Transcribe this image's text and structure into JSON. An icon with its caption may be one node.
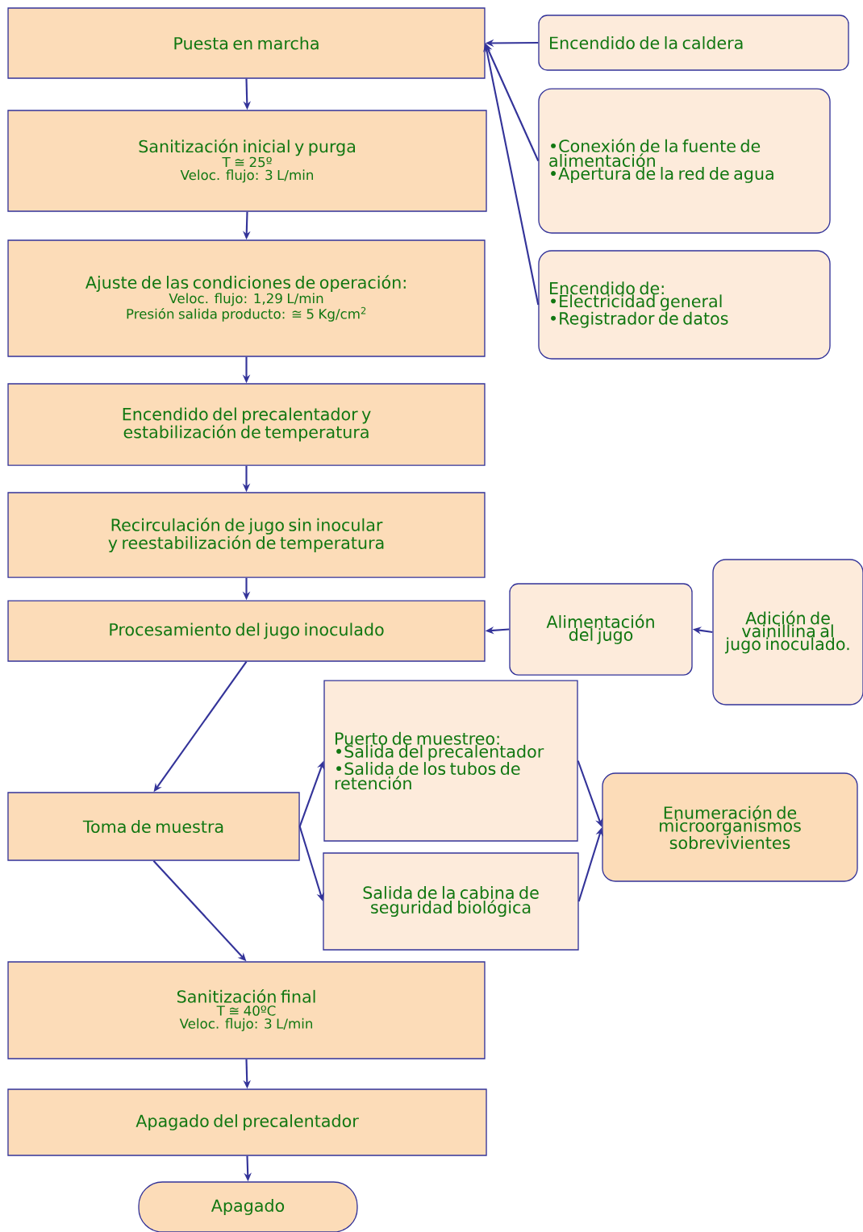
{
  "diagram": {
    "nodes": [
      {
        "text": [
          "Puesta en marcha"
        ]
      },
      {
        "text": [
          "Sanitización inicial y purga",
          "T ≅ 25º",
          "Veloc. flujo: 3 L/min"
        ]
      },
      {
        "text": [
          "Ajuste de las condiciones de operación:",
          "Veloc. flujo: 1,29 L/min",
          "Presión salida producto: ≅ 5 Kg/cm$^{2}$"
        ]
      },
      {
        "text": [
          "Encendido del precalentador y estabilización de temperatura"
        ]
      },
      {
        "text": [
          "Recirculación de jugo sin inocular y reestabilización de temperatura"
        ]
      },
      {
        "text": [
          "Procesamiento del jugo inoculado"
        ]
      },
      {
        "text": [
          "Toma de muestra"
        ]
      },
      {
        "text": [
          "Sanitización final",
          "T ≅ 40ºC",
          "Veloc. flujo: 3 L/min"
        ]
      },
      {
        "text": [
          "Apagado del precalentador"
        ]
      },
      {
        "text": [
          "Apagado"
        ]
      },
      {
        "text": [
          "Encendido de la caldera"
        ]
      },
      {
        "text": [
          "•Conexión de la fuente de alimentación",
          "•Apertura de la red de agua"
        ]
      },
      {
        "text": [
          "Encendido de:",
          "•Electricidad general",
          "•Registrador de datos"
        ]
      },
      {
        "text": [
          "Alimentación del jugo"
        ]
      },
      {
        "text": [
          "Adición de vainillina al jugo inoculado."
        ]
      },
      {
        "text": [
          "Puerto de muestreo:",
          "•Salida del precalentador",
          "•Salida de los tubos de retención"
        ]
      },
      {
        "text": [
          "Salida de la cabina de seguridad biológica"
        ]
      },
      {
        "text": [
          "Enumeración de microorganismos sobrevivientes"
        ]
      }
    ],
    "edges": [
      {
        "from": 0,
        "to": 1,
        "arrow": "to"
      },
      {
        "from": 1,
        "to": 2,
        "arrow": "to"
      },
      {
        "from": 2,
        "to": 3,
        "arrow": "to"
      },
      {
        "from": 3,
        "to": 4,
        "arrow": "to"
      },
      {
        "from": 4,
        "to": 5,
        "arrow": "to"
      },
      {
        "from": 5,
        "to": 6,
        "arrow": "to"
      },
      {
        "from": 6,
        "to": 7,
        "arrow": "to"
      },
      {
        "from": 7,
        "to": 8,
        "arrow": "to"
      },
      {
        "from": 8,
        "to": 9,
        "arrow": "to"
      },
      {
        "from": 10,
        "to": 0,
        "arrow": "to"
      },
      {
        "from": 11,
        "to": 0,
        "arrow": "to"
      },
      {
        "from": 12,
        "to": 0,
        "arrow": "to"
      },
      {
        "from": 13,
        "to": 5,
        "arrow": "to"
      },
      {
        "from": 14,
        "to": 13,
        "arrow": "to"
      },
      {
        "from": 6,
        "to": 15,
        "arrow": "to"
      },
      {
        "from": 6,
        "to": 16,
        "arrow": "to"
      },
      {
        "from": 15,
        "to": 17,
        "arrow": "to"
      },
      {
        "from": 16,
        "to": 17,
        "arrow": "to"
      }
    ]
  }
}
